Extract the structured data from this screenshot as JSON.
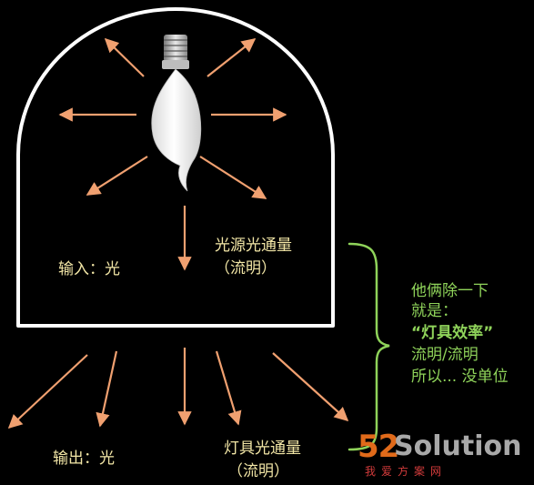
{
  "labels": {
    "input": "输入：光",
    "source_flux_line1": "光源光通量",
    "source_flux_line2": "（流明）",
    "output": "输出：光",
    "fixture_flux_line1": "灯具光通量",
    "fixture_flux_line2": "（流明）"
  },
  "note": {
    "line1": "他俩除一下",
    "line2": "就是：",
    "line3": "“灯具效率”",
    "line4": "流明/流明",
    "line5": "所以... 没单位"
  },
  "watermark": {
    "number": "52",
    "word": "Solution",
    "sub": "我爱方案网"
  },
  "colors": {
    "background": "#000000",
    "enclosure": "#ffffff",
    "arrow": "#f0a070",
    "label_text": "#f2e6a6",
    "note_text": "#8fd35a",
    "brace": "#8fd35a"
  },
  "icons": {
    "bulb": "candle-bulb-icon"
  }
}
